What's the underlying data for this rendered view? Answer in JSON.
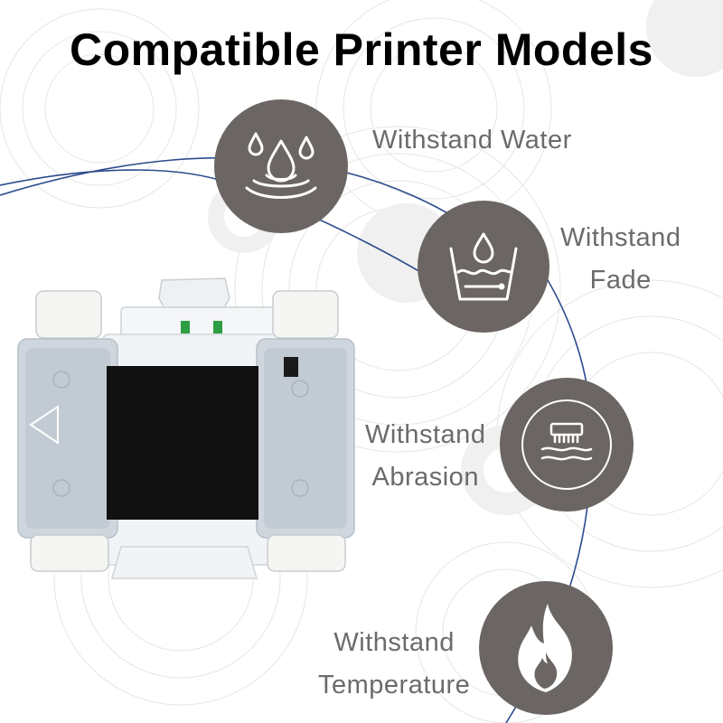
{
  "page": {
    "title": "Compatible Printer Models"
  },
  "colors": {
    "circle": "#6b6663",
    "label": "#6b6b6b",
    "arc": "#2b4c8c",
    "ribbon": "#111111"
  },
  "features": [
    {
      "icon": "water-drops-icon",
      "lines": [
        "Withstand Water"
      ]
    },
    {
      "icon": "fade-basin-icon",
      "lines": [
        "Withstand",
        "Fade"
      ]
    },
    {
      "icon": "abrasion-brush-icon",
      "lines": [
        "Withstand",
        "Abrasion"
      ]
    },
    {
      "icon": "flame-icon",
      "lines": [
        "Withstand",
        "Temperature"
      ]
    }
  ],
  "product": {
    "icon": "ribbon-cartridge-icon"
  }
}
